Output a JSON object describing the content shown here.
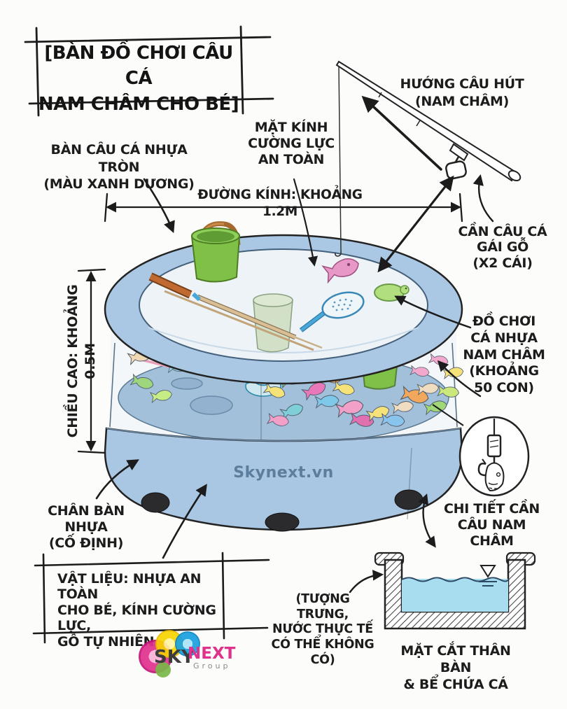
{
  "title": "[BÀN ĐỒ CHƠI CÂU CÁ\nNAM CHÂM CHO BÉ]",
  "watermark": "Skynext.vn",
  "callouts": {
    "hook_direction": "HƯỚNG CÂU HÚT\n(NAM CHÂM)",
    "table": "BÀN CÂU CÁ NHỰA TRÒN\n(MÀU XANH DƯƠNG)",
    "glass": "MẶT KÍNH\nCƯỜNG LỰC\nAN TOÀN",
    "diameter": "ĐƯỜNG KÍNH: KHOẢNG 1.2M",
    "height": "CHIỀU CAO: KHOẢNG 0.5M",
    "rod": "CẦN CÂU CÁ\nGÁI GỖ\n(X2 CÁI)",
    "fish_toys": "ĐỒ CHƠI\nCÁ NHỰA\nNAM CHÂM\n(KHOẢNG\n50 CON)",
    "hook_detail": "CHI TIẾT CẦN\nCÂU NAM CHÂM",
    "legs": "CHÂN BÀN NHỰA\n(CỐ ĐỊNH)",
    "material": "VẬT LIỆU: NHỰA AN TOÀN\nCHO BÉ, KÍNH CƯỜNG LỰC,\nGỖ TỰ NHIÊN",
    "water_note": "(TƯỢNG TRƯNG,\nNƯỚC THỰC TẾ\nCÓ THỂ KHÔNG\nCÓ)",
    "cross_section": "MẶT CẮT THÂN BÀN\n& BỂ CHỨA CÁ"
  },
  "logo": {
    "sky": "SKY",
    "next": "NEXT",
    "group": "Group"
  },
  "colors": {
    "table_blue": "#a9c6e2",
    "bucket_green": "#7fc047",
    "water_blue": "#a8dcef",
    "ink": "#1c1c1c",
    "watermark_blue": "#5c7e9c",
    "logo_pink": "#e0318c",
    "logo_yellow": "#f8d400",
    "logo_cyan": "#18a0e0",
    "logo_green": "#7ab648"
  }
}
